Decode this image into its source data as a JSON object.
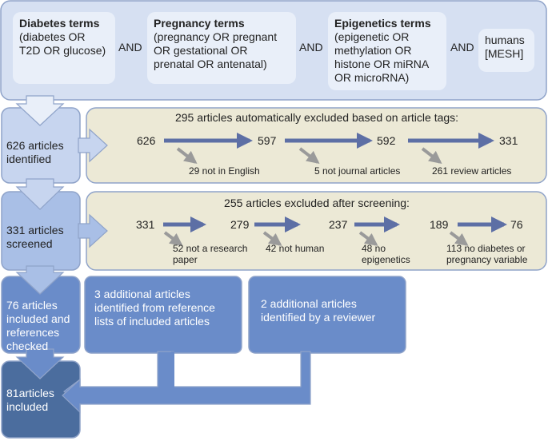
{
  "search": {
    "diabetes": {
      "title": "Diabetes terms",
      "body": "(diabetes OR T2D OR glucose)"
    },
    "pregnancy": {
      "title": "Pregnancy terms",
      "body": "(pregnancy OR pregnant OR gestational OR prenatal OR antenatal)"
    },
    "epigenetics": {
      "title": "Epigenetics terms",
      "body": "(epigenetic OR methylation OR histone OR miRNA OR microRNA)"
    },
    "humans": {
      "body": "humans [MESH]"
    },
    "and_label": "AND"
  },
  "stage1": {
    "label": "626 articles identified",
    "header": "295 articles automatically excluded based on article tags:",
    "counts": [
      "626",
      "597",
      "592",
      "331"
    ],
    "exclusions": [
      "29 not in English",
      "5 not journal articles",
      "261 review articles"
    ]
  },
  "stage2": {
    "label": "331 articles screened",
    "header": "255 articles excluded after screening:",
    "counts": [
      "331",
      "279",
      "237",
      "189",
      "76"
    ],
    "exclusions": [
      "52 not a research paper",
      "42 not human",
      "48 no epigenetics",
      "113 no diabetes or pregnancy variable"
    ]
  },
  "stage3": {
    "label": "76 articles included and references checked"
  },
  "additional": {
    "references": "3 additional articles identified from reference lists of included articles",
    "reviewer": "2 additional articles identified by a reviewer"
  },
  "final": {
    "label": "81articles included"
  },
  "colors": {
    "panel_bg": "#d6e0f2",
    "panel_border": "#8fa3c9",
    "term_box": "#e9eff9",
    "excl_panel_bg": "#ece9d6",
    "arrow_blue": "#5d6fa5",
    "arrow_grey": "#9a9a9a",
    "stage1_box": "#c7d5ef",
    "stage2_box": "#a9bfe6",
    "stage3_box": "#6a8cc9",
    "final_box": "#4b6d9e"
  }
}
